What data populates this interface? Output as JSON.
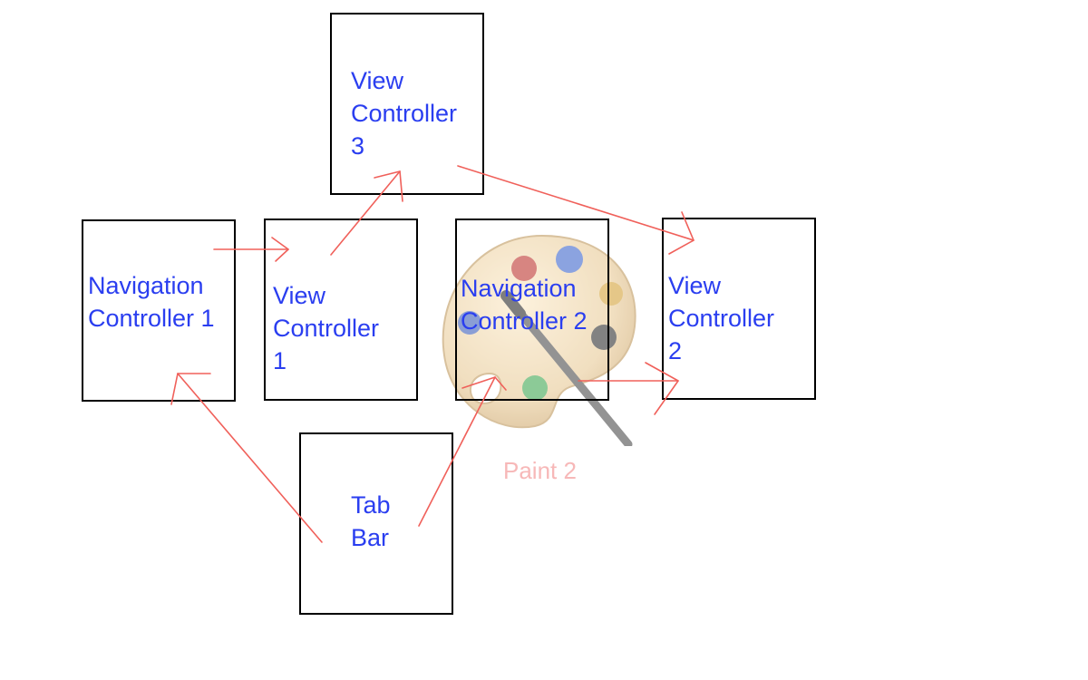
{
  "diagram": {
    "boxes": {
      "navigation_controller_1": "Navigation\nController 1",
      "view_controller_1": "View\nController\n1",
      "view_controller_3": "View\nController\n3",
      "navigation_controller_2": "Navigation\nController 2",
      "view_controller_2": "View\nController\n2",
      "tab_bar": "Tab\nBar"
    },
    "colors": {
      "box_border": "#000000",
      "label_text": "#2a3ef0",
      "arrow": "#f0605a"
    }
  },
  "watermark": {
    "icon": "paint-palette-icon",
    "caption": "Paint 2"
  }
}
